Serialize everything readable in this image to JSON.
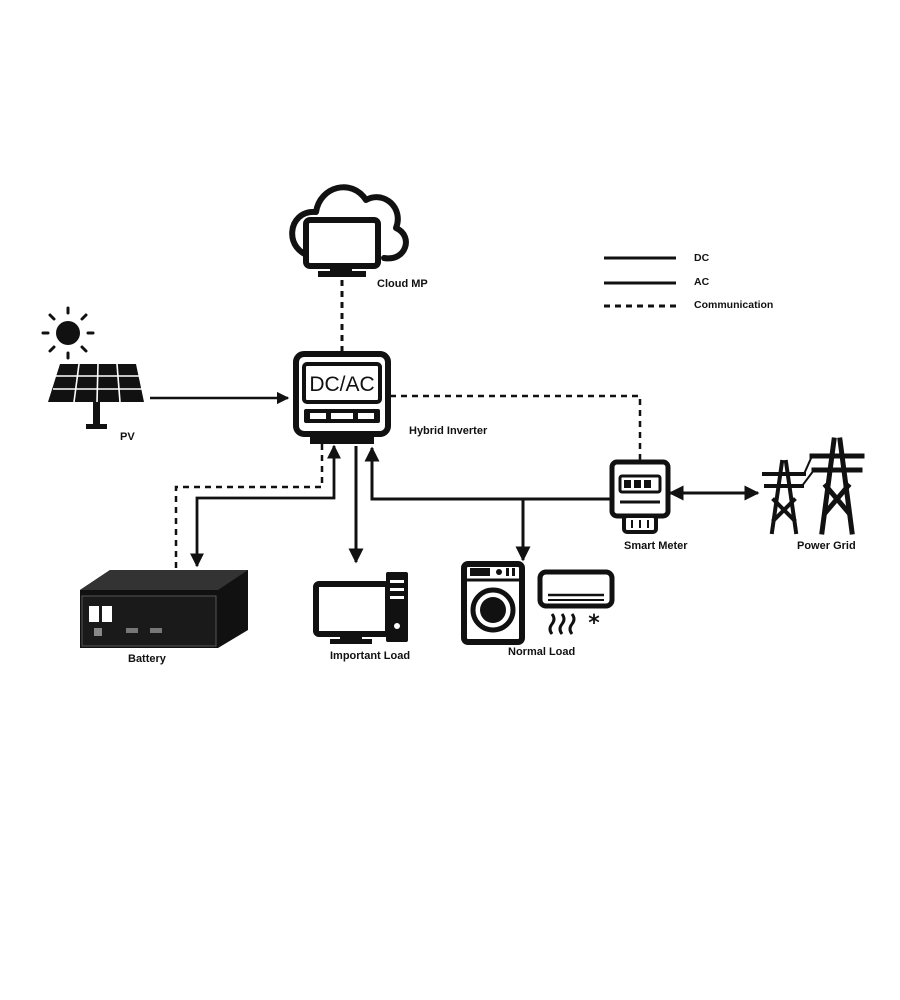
{
  "components": {
    "cloud": {
      "label": "Cloud MP",
      "icon": "cloud-monitor-icon"
    },
    "pv": {
      "label": "PV",
      "icon": "solar-panel-icon"
    },
    "inverter": {
      "label": "Hybrid Inverter",
      "screen_text": "DC/AC",
      "icon": "inverter-icon"
    },
    "battery": {
      "label": "Battery",
      "icon": "battery-rack-icon"
    },
    "important_load": {
      "label": "Important Load",
      "icon": "computer-icon"
    },
    "normal_load": {
      "label": "Normal Load",
      "icon": "washer-aircon-icon"
    },
    "smart_meter": {
      "label": "Smart Meter",
      "icon": "meter-icon"
    },
    "power_grid": {
      "label": "Power Grid",
      "icon": "transmission-tower-icon"
    }
  },
  "legend": [
    {
      "label": "DC",
      "style": "solid"
    },
    {
      "label": "AC",
      "style": "solid"
    },
    {
      "label": "Communication",
      "style": "dashed"
    }
  ],
  "colors": {
    "line": "#111111",
    "background": "#ffffff"
  }
}
